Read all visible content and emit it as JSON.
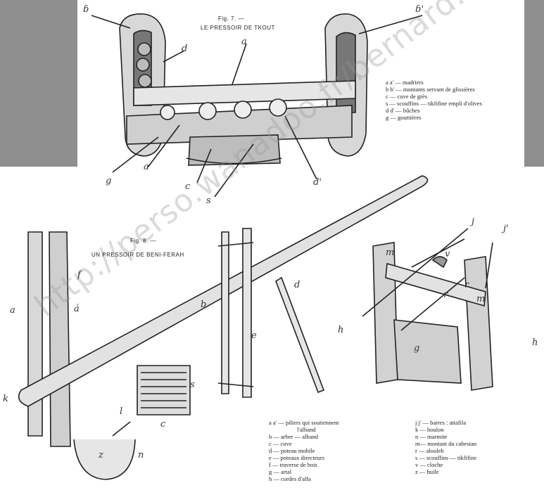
{
  "fig7": {
    "title": "Fig. 7. —",
    "subtitle": "LE PRESSOIR DE TKOUT",
    "legend": [
      "a  a' — madriers",
      "b  b' — montants servant de glissières",
      "c — cuve de grès",
      "s — scouffins — tikfifine empli d'olives",
      "d  d' — bûches",
      "g — gouttières"
    ],
    "letters": [
      "ɓ",
      "ɓ'",
      "a",
      "d",
      "a",
      "g",
      "c",
      "s",
      "d'"
    ]
  },
  "fig8": {
    "title": "Fig. 8. —",
    "subtitle": "UN PRESSOIR DE BENI-FERAH",
    "legend_left": [
      "a  a' — piliers qui soutiennent",
      "l'alband",
      "b — arbre — alband",
      "c — cuve",
      "d — poteau mobile",
      "e — poteaux directeurs",
      "f — traverse de bois",
      "g — artal",
      "h — cordes d'alfa"
    ],
    "legend_right": [
      "j  j' — barres : attafila",
      "k — boulon",
      "n — marmite",
      "m— montant du cabestan",
      "r — alouleb",
      "s — scouffins — tikfifine",
      "v — cloche",
      "z — huile"
    ],
    "letters": [
      "a",
      "á",
      "f",
      "b",
      "d",
      "e",
      "k",
      "s",
      "c",
      "l",
      "z",
      "n",
      "j",
      "j'",
      "m",
      "m",
      "v",
      "r",
      "r",
      "h",
      "g",
      "h"
    ]
  },
  "watermark": "http://perso.wanadoo.fr/bernard.venis"
}
